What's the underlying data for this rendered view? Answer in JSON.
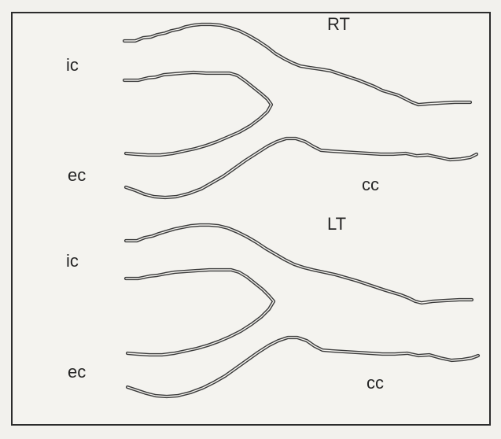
{
  "diagram": {
    "panels": [
      {
        "side_label": "RT",
        "upper_branch_label": "ic",
        "lower_branch_label": "ec",
        "trunk_label": "cc"
      },
      {
        "side_label": "LT",
        "upper_branch_label": "ic",
        "lower_branch_label": "ec",
        "trunk_label": "cc"
      }
    ],
    "stroke_color": "#3a3a3a",
    "background_color": "#f4f3ef"
  }
}
